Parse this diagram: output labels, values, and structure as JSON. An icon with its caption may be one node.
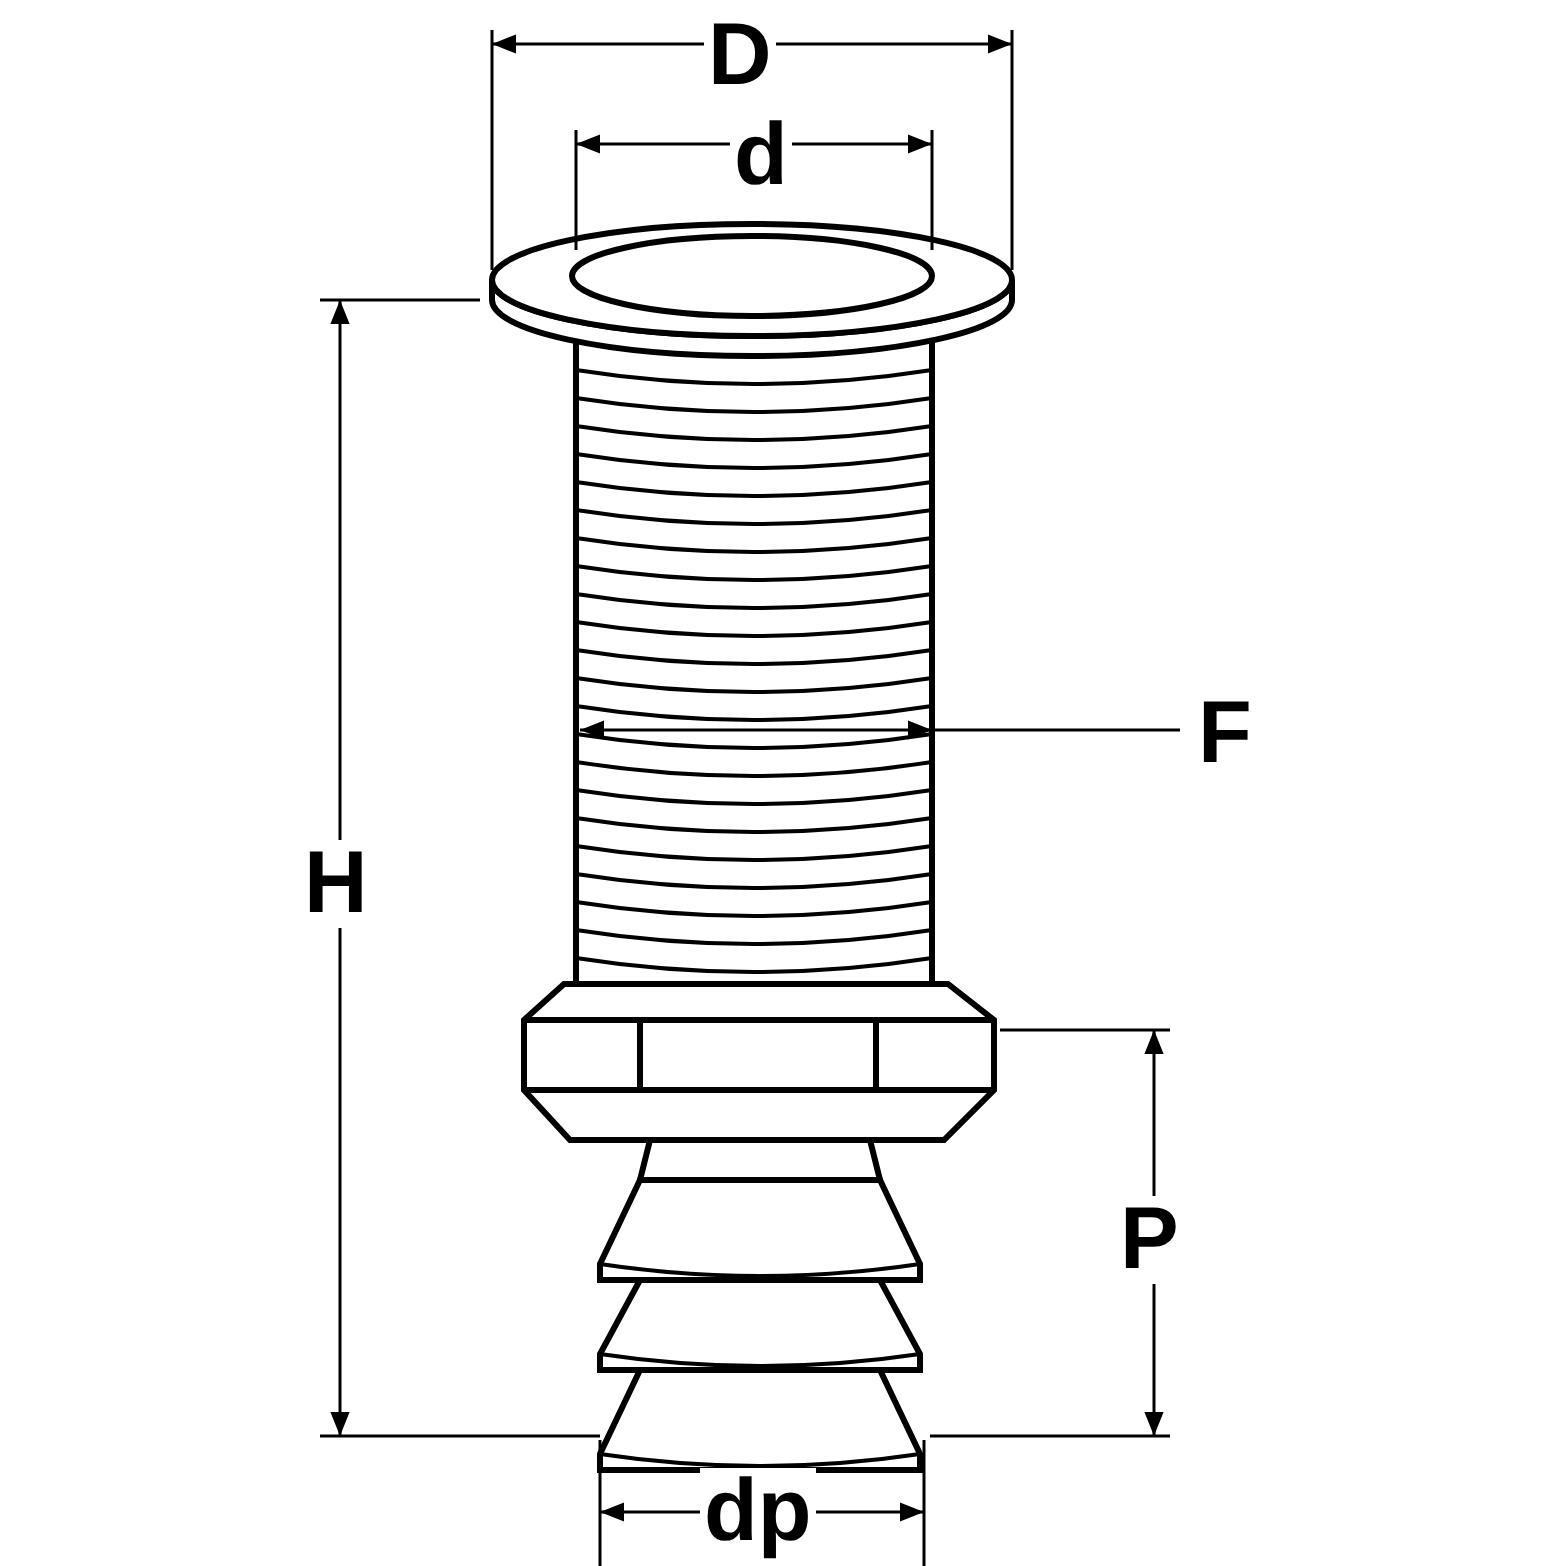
{
  "diagram": {
    "labels": [
      "D",
      "d",
      "F",
      "H",
      "P",
      "dp"
    ]
  }
}
